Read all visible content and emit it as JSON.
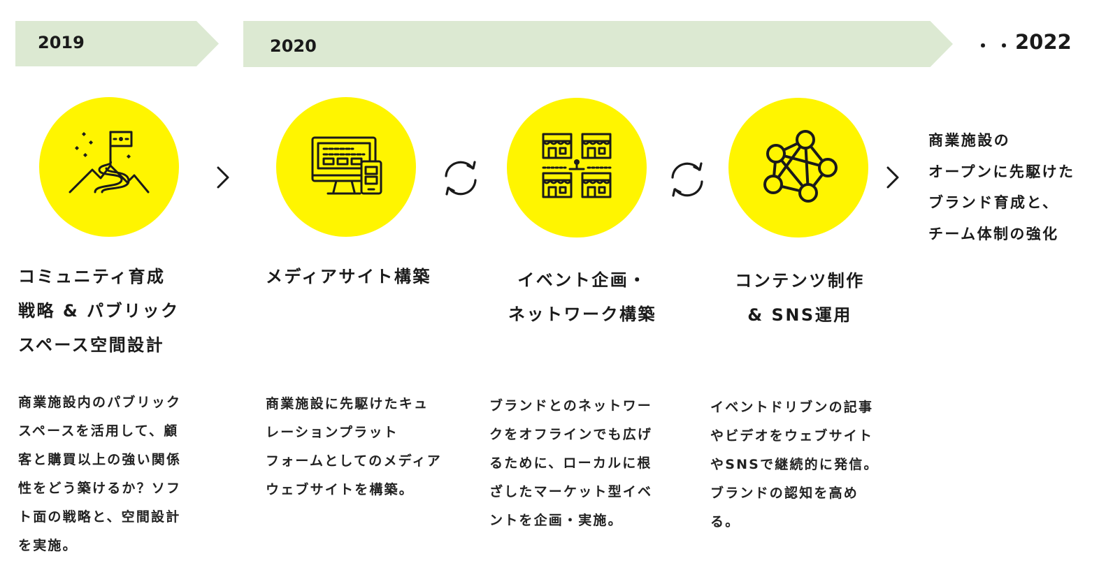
{
  "timeline": {
    "year_2019": "2019",
    "year_2020": "2020",
    "ellipsis": "・・",
    "year_2022": "2022"
  },
  "steps": [
    {
      "icon": "mountain-flag-icon",
      "title_lines": [
        "コミュニティ育成",
        "戦略 & パブリック",
        "スペース空間設計"
      ],
      "desc_lines": [
        "商業施設内のパブリック",
        "スペースを活用して、顧",
        "客と購買以上の強い関係",
        "性をどう築けるか？ソフ",
        "ト面の戦略と、空間設計",
        "を実施。"
      ]
    },
    {
      "icon": "website-devices-icon",
      "title_lines": [
        "メディアサイト構築"
      ],
      "desc_lines": [
        "商業施設に先駆けたキュ",
        "レーションプラット",
        "フォームとしてのメディア",
        "ウェブサイトを構築。"
      ]
    },
    {
      "icon": "market-stores-icon",
      "title_lines": [
        "イベント企画・",
        "ネットワーク構築"
      ],
      "desc_lines": [
        "ブランドとのネットワー",
        "クをオフラインでも広げ",
        "るために、ローカルに根",
        "ざしたマーケット型イベ",
        "ントを企画・実施。"
      ]
    },
    {
      "icon": "network-nodes-icon",
      "title_lines": [
        "コンテンツ制作",
        "& SNS運用"
      ],
      "desc_lines": [
        "イベントドリブンの記事",
        "やビデオをウェブサイト",
        "やSNSで継続的に発信。",
        "ブランドの認知を高め",
        "る。"
      ]
    }
  ],
  "goal_lines": [
    "商業施設の",
    "オープンに先駆けた",
    "ブランド育成と、",
    "チーム体制の強化"
  ],
  "colors": {
    "banner": "#dce9d2",
    "circle": "#fff500",
    "ink": "#1a1a1a"
  }
}
